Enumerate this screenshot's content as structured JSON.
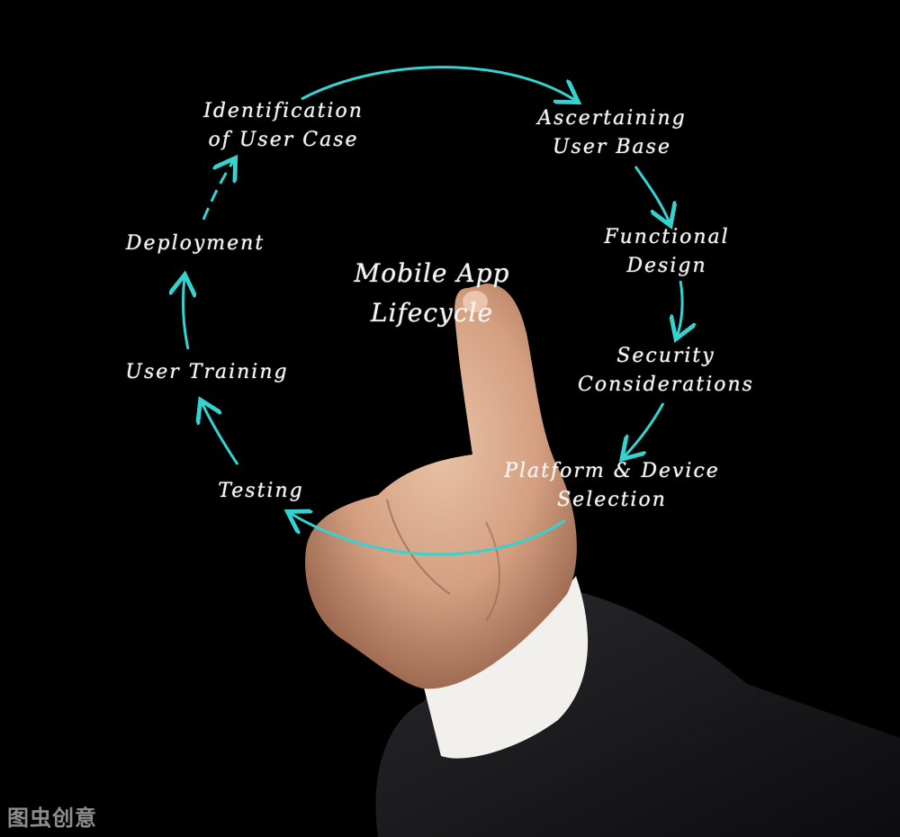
{
  "diagram": {
    "title_line1": "Mobile App",
    "title_line2": "Lifecycle",
    "steps": [
      {
        "line1": "Identification",
        "line2": "of User Case"
      },
      {
        "line1": "Ascertaining",
        "line2": "User Base"
      },
      {
        "line1": "Functional",
        "line2": "Design"
      },
      {
        "line1": "Security",
        "line2": "Considerations"
      },
      {
        "line1": "Platform & Device",
        "line2": "Selection"
      },
      {
        "line1": "Testing",
        "line2": ""
      },
      {
        "line1": "User Training",
        "line2": ""
      },
      {
        "line1": "Deployment",
        "line2": ""
      }
    ],
    "arrow_color": "#35d2d2"
  },
  "watermark": "图虫创意"
}
